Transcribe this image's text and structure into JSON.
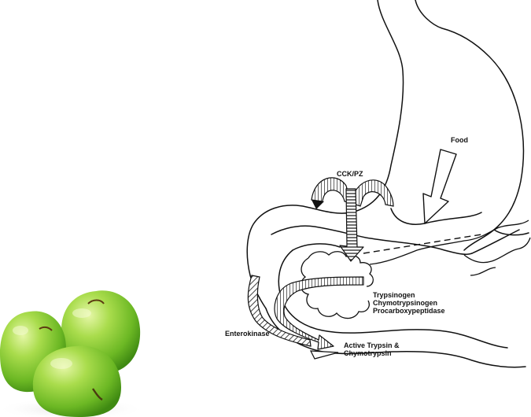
{
  "labels": {
    "food": "Food",
    "cck_pz": "CCK/PZ",
    "zymogens": [
      "Trypsinogen",
      "Chymotrypsinogen",
      "Procarboxypeptidase"
    ],
    "enterokinase": "Enterokinase",
    "active_enzymes": [
      "Active Trypsin &",
      "Chymotrypsin"
    ]
  },
  "colors": {
    "ink": "#111111",
    "apple_light": "#b6e35a",
    "apple_mid": "#7cc62a",
    "apple_dark": "#3f8a12"
  },
  "icons": {
    "apples": "green-apples-photo"
  }
}
